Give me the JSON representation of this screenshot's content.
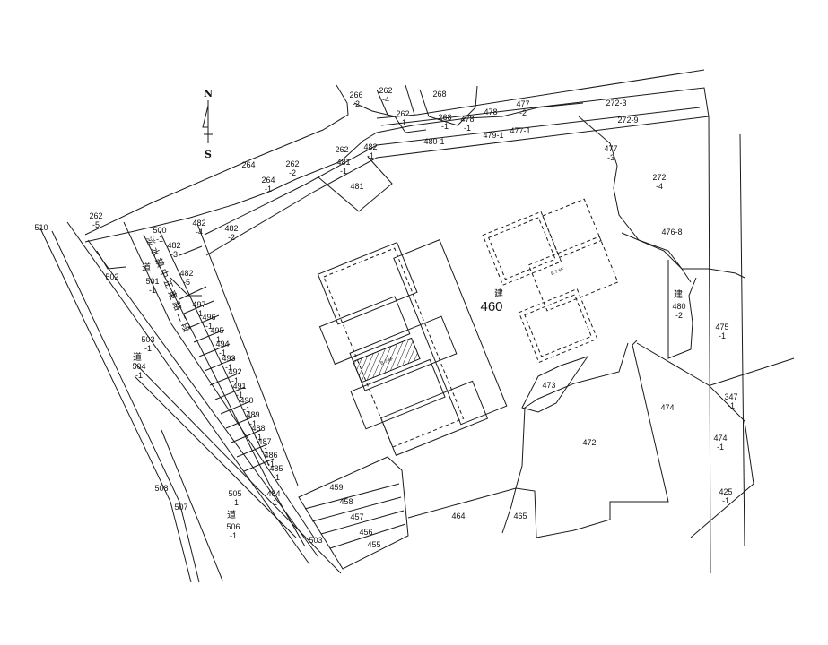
{
  "compass": {
    "north": "N",
    "south": "S"
  },
  "road_name": "淡水鎮中正東路二段",
  "road_mark": "道",
  "building_mark": "建",
  "building_labels": {
    "main": "B 7-6F",
    "east": "B 7-6F"
  },
  "parcels": {
    "p266_2": [
      "266",
      "-2"
    ],
    "p262_4": [
      "262",
      "-4"
    ],
    "p268": [
      "268",
      ""
    ],
    "p262_1": [
      "262",
      "-1"
    ],
    "p268_1": [
      "268",
      "-1"
    ],
    "p478_1": [
      "478",
      "-1"
    ],
    "p478": [
      "478",
      ""
    ],
    "p477_2": [
      "477",
      "-2"
    ],
    "p272_3": [
      "272-3",
      ""
    ],
    "p272_9": [
      "272-9",
      ""
    ],
    "p480_1": [
      "480-1",
      ""
    ],
    "p479_1": [
      "479-1",
      ""
    ],
    "p477_1": [
      "477-1",
      ""
    ],
    "p477_3": [
      "477",
      "-3"
    ],
    "p262": [
      "262",
      ""
    ],
    "p482_1": [
      "482",
      "-1"
    ],
    "p481_1": [
      "481",
      "-1"
    ],
    "p481": [
      "481",
      ""
    ],
    "p264": [
      "264",
      ""
    ],
    "p262_2": [
      "262",
      "-2"
    ],
    "p264_1": [
      "264",
      "-1"
    ],
    "p272_4": [
      "272",
      "-4"
    ],
    "p476_8": [
      "476-8",
      ""
    ],
    "p262_5": [
      "262",
      "-5"
    ],
    "p510": [
      "510",
      ""
    ],
    "p500_1": [
      "500",
      "-1"
    ],
    "p482_4": [
      "482",
      "-4"
    ],
    "p482_2": [
      "482",
      "-2"
    ],
    "p482_3": [
      "482",
      "-3"
    ],
    "p502": [
      "502",
      ""
    ],
    "p501_1": [
      "501",
      "-1"
    ],
    "p482_5": [
      "482",
      "-5"
    ],
    "p497_1": [
      "497",
      "-1"
    ],
    "p496_1": [
      "496",
      "-1"
    ],
    "p495_1": [
      "495",
      "-1"
    ],
    "p494_1": [
      "494",
      "-1"
    ],
    "p493_1": [
      "493",
      "-1"
    ],
    "p492_1": [
      "492",
      "-1"
    ],
    "p491_1": [
      "491",
      "-1"
    ],
    "p490_1": [
      "490",
      "-1"
    ],
    "p489_1": [
      "489",
      "-1"
    ],
    "p488_1": [
      "488",
      "-1"
    ],
    "p487_1": [
      "487",
      "-1"
    ],
    "p486_1": [
      "486",
      "-1"
    ],
    "p485_1": [
      "485",
      "-1"
    ],
    "p484_1": [
      "484",
      "-1"
    ],
    "p503_1": [
      "503",
      "-1"
    ],
    "p504_1": [
      "504",
      "-1"
    ],
    "p508": [
      "508",
      ""
    ],
    "p507": [
      "507",
      ""
    ],
    "p505_1": [
      "505",
      "-1"
    ],
    "p506_1": [
      "506",
      "-1"
    ],
    "p503": [
      "503",
      ""
    ],
    "p459": [
      "459",
      ""
    ],
    "p458": [
      "458",
      ""
    ],
    "p457": [
      "457",
      ""
    ],
    "p456": [
      "456",
      ""
    ],
    "p455": [
      "455",
      ""
    ],
    "p464": [
      "464",
      ""
    ],
    "p465": [
      "465",
      ""
    ],
    "p460": [
      "460",
      ""
    ],
    "p473": [
      "473",
      ""
    ],
    "p472": [
      "472",
      ""
    ],
    "p474": [
      "474",
      ""
    ],
    "p474_1": [
      "474",
      "-1"
    ],
    "p347_1": [
      "347",
      "-1"
    ],
    "p475_1": [
      "475",
      "-1"
    ],
    "p480_2": [
      "480",
      "-2"
    ],
    "p425_1": [
      "425",
      "-1"
    ]
  }
}
